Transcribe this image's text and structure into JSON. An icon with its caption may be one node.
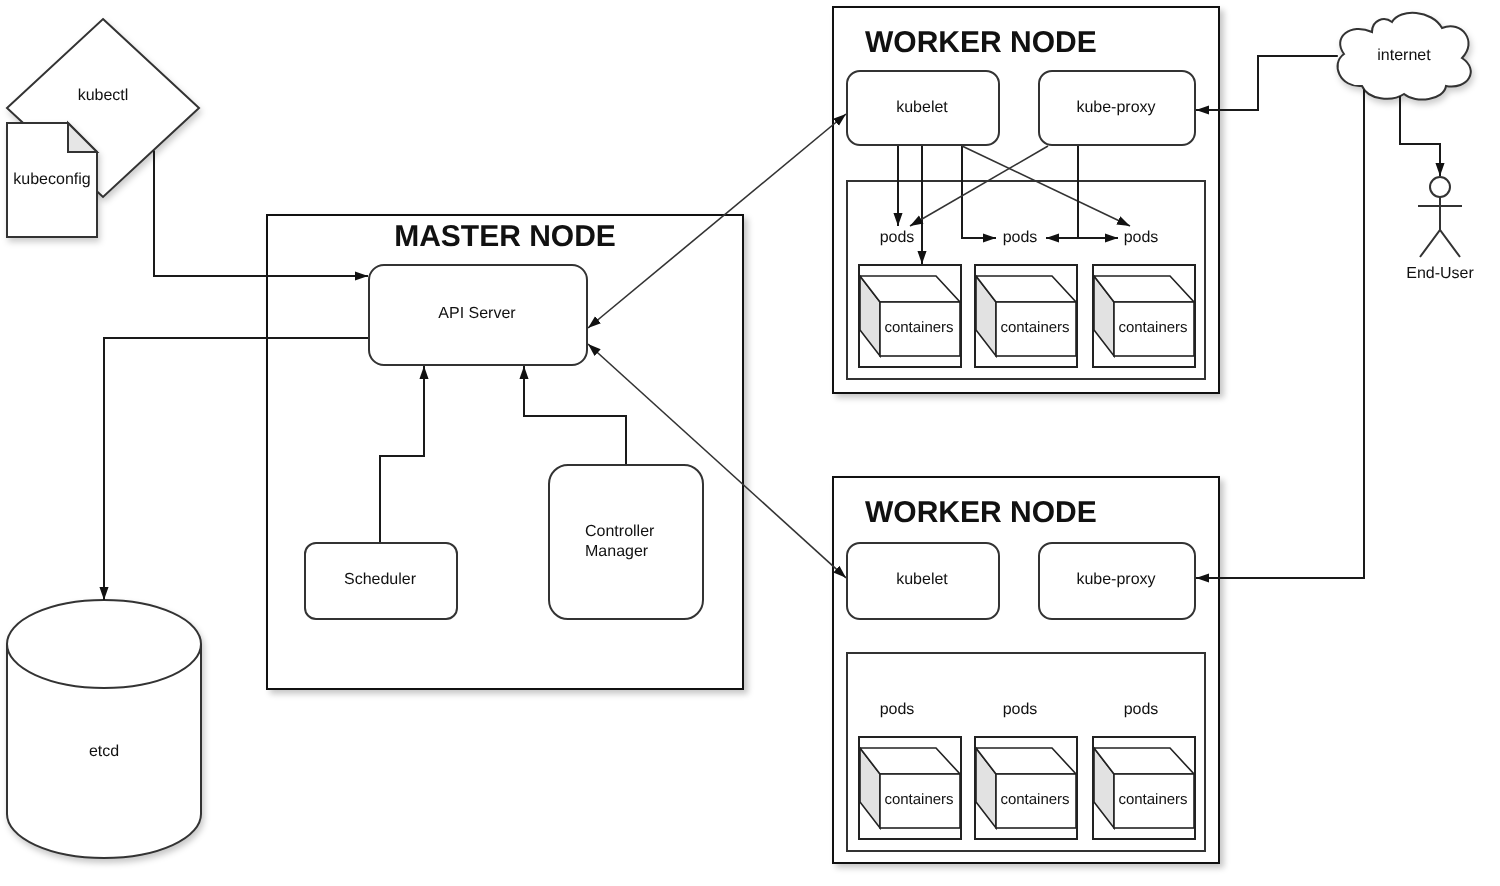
{
  "diagram": {
    "nodes": [
      {
        "text": [
          "kubectl"
        ]
      },
      {
        "text": [
          "kubeconfig"
        ]
      },
      {
        "text": [
          "MASTER NODE"
        ]
      },
      {
        "text": [
          "API Server"
        ],
        "in": 2
      },
      {
        "text": [
          "Scheduler"
        ],
        "in": 2
      },
      {
        "text": [
          "Controller Manager"
        ],
        "in": 2
      },
      {
        "text": [
          "etcd"
        ]
      },
      {
        "text": [
          "WORKER NODE"
        ]
      },
      {
        "text": [
          "kubelet"
        ],
        "in": 7
      },
      {
        "text": [
          "kube-proxy"
        ],
        "in": 7
      },
      {
        "text": [],
        "shape": "box",
        "in": 7
      },
      {
        "text": [
          "pods"
        ],
        "in": 10
      },
      {
        "text": [
          "pods"
        ],
        "in": 10
      },
      {
        "text": [
          "pods"
        ],
        "in": 10
      },
      {
        "text": [
          "containers"
        ],
        "in": 10
      },
      {
        "text": [
          "containers"
        ],
        "in": 10
      },
      {
        "text": [
          "containers"
        ],
        "in": 10
      },
      {
        "text": [
          "WORKER NODE"
        ]
      },
      {
        "text": [
          "kubelet"
        ],
        "in": 17
      },
      {
        "text": [
          "kube-proxy"
        ],
        "in": 17
      },
      {
        "text": [],
        "shape": "box",
        "in": 17
      },
      {
        "text": [
          "pods"
        ],
        "in": 20
      },
      {
        "text": [
          "pods"
        ],
        "in": 20
      },
      {
        "text": [
          "pods"
        ],
        "in": 20
      },
      {
        "text": [
          "containers"
        ],
        "in": 20
      },
      {
        "text": [
          "containers"
        ],
        "in": 20
      },
      {
        "text": [
          "containers"
        ],
        "in": 20
      },
      {
        "text": [
          "internet"
        ]
      },
      {
        "text": [
          "End-User"
        ]
      }
    ],
    "edges": [
      {
        "from": 0,
        "to": 3,
        "arrow": "to"
      },
      {
        "from": 3,
        "to": 6,
        "arrow": "to"
      },
      {
        "from": 4,
        "to": 3,
        "arrow": "to"
      },
      {
        "from": 5,
        "to": 3,
        "arrow": "to"
      },
      {
        "from": 3,
        "to": 8,
        "arrow": "both"
      },
      {
        "from": 3,
        "to": 18,
        "arrow": "both"
      },
      {
        "from": 8,
        "to": 11,
        "arrow": "to"
      },
      {
        "from": 8,
        "to": 14,
        "arrow": "to"
      },
      {
        "from": 8,
        "to": 12,
        "arrow": "to"
      },
      {
        "from": 8,
        "to": 13,
        "arrow": "to"
      },
      {
        "from": 9,
        "to": 11,
        "arrow": "to"
      },
      {
        "from": 9,
        "to": 12,
        "arrow": "to"
      },
      {
        "from": 9,
        "to": 13,
        "arrow": "to"
      },
      {
        "from": 27,
        "to": 9,
        "arrow": "to"
      },
      {
        "from": 27,
        "to": 19,
        "arrow": "to"
      },
      {
        "from": 27,
        "to": 28,
        "arrow": "to"
      }
    ]
  }
}
